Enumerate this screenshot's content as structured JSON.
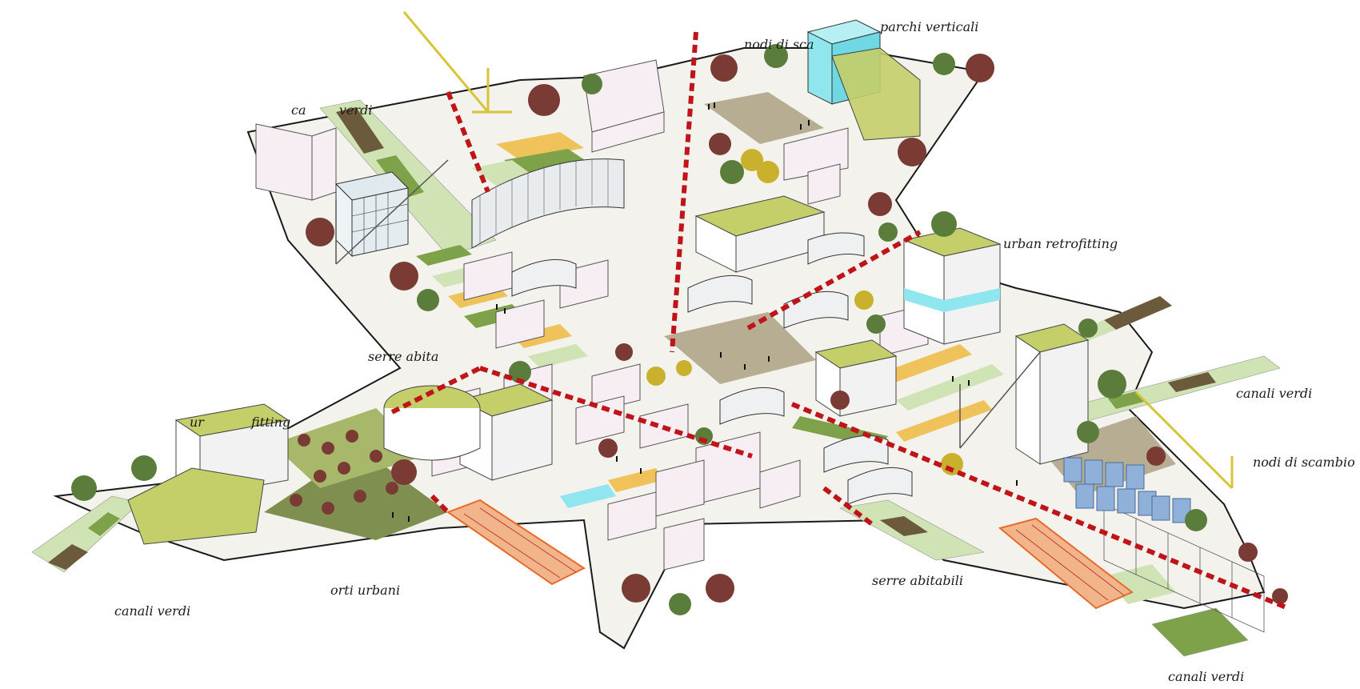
{
  "labels": {
    "nodi_top": "nodi di sca",
    "parchi_verticali": "parchi verticali",
    "canali_top_left": "ca",
    "canali_top_left_end": "verdi",
    "urban_retrofitting_right": "urban retrofitting",
    "serre_abitabili_left": "serre abita",
    "urban_retrofitting_left_a": "ur",
    "urban_retrofitting_left_b": "fitting",
    "canali_verdi_right": "canali verdi",
    "nodi_di_scambio_right": "nodi di scambio",
    "serre_abitabili_bottom": "serre abitabili",
    "orti_urbani": "orti urbani",
    "canali_verdi_bottom_left": "canali verdi",
    "canali_verdi_bottom_right": "canali verdi"
  },
  "colors": {
    "outline": "#1a1a1a",
    "red_dash": "#c0141b",
    "roof_green": "#c5cf6a",
    "field_green": "#7ea24a",
    "field_yellow": "#f0c25a",
    "field_light": "#cfe3b4",
    "field_brown": "#6b5a3b",
    "plaza": "#b6ad92",
    "building_pink": "#f7eef4",
    "glass_cyan": "#8fe6ee",
    "tree_dark": "#7a3b34",
    "tree_green": "#5b7d3c",
    "tree_yellow": "#c9b02d",
    "crane_yellow": "#e8d65a",
    "train_orange": "#e86a2a"
  }
}
